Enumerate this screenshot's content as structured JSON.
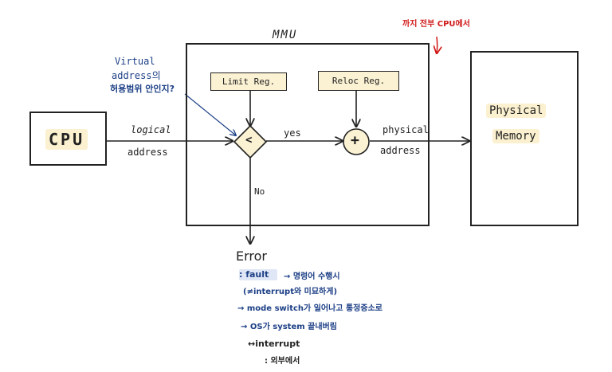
{
  "diagram": {
    "cpu_label": "CPU",
    "mmu_label": "MMU",
    "limit_reg": "Limit Reg.",
    "reloc_reg": "Reloc Reg.",
    "compare_symbol": "<",
    "plus_symbol": "+",
    "logical_line1": "logical",
    "logical_line2": "address",
    "yes_label": "yes",
    "no_label": "No",
    "physical_addr_line1": "physical",
    "physical_addr_line2": "address",
    "memory_line1": "Physical",
    "memory_line2": "Memory",
    "virtual_note_line1": "Virtual",
    "virtual_note_line2": "address의",
    "virtual_note_line3": "허용범위 안인지?",
    "top_note": "까지 전부 CPU에서",
    "error_label": "Error",
    "fault_label": ": fault",
    "fault_desc": "→ 명령어 수행시",
    "interrupt_paren": "(≠interrupt와 미묘하게)",
    "mode_switch": "→ mode switch가 일어나고 통정증소로",
    "os_system": "→ OS가 system 끝내버림",
    "interrupt_label": "↔interrupt",
    "interrupt_desc": ": 외부에서"
  },
  "colors": {
    "ink": "#222222",
    "note_blue": "#1c3f86",
    "note_red": "#d11a1a",
    "highlight_yellow": "#fbf0cf",
    "highlight_blue": "#dfe6f5"
  }
}
